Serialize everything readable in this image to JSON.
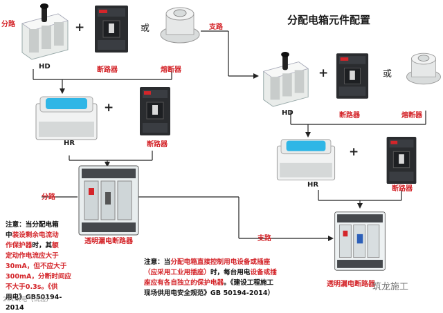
{
  "title": "分配电箱元件配置",
  "labels": {
    "fenlu_top": "分路",
    "zhilu_top": "支路",
    "hd_left": "HD",
    "hd_right": "HD",
    "breaker_left_top": "断路器",
    "fuse_left": "熔断器",
    "breaker_right_top": "断路器",
    "fuse_right": "熔断器",
    "hr_left": "HR",
    "hr_right": "HR",
    "breaker_left_mid": "断路器",
    "breaker_right_mid": "断路器",
    "fenlu_mid": "分路",
    "rcd_left": "透明漏电断路器",
    "zhilu_mid": "支路",
    "rcd_right": "透明漏电断路器",
    "or_left": "或",
    "or_right": "或",
    "plus": "+"
  },
  "note_left": {
    "lead": "注意：当分配电箱",
    "l2a": "中",
    "l2b": "装设剩余电流动",
    "l3a": "作保护器",
    "l3b": "时，其",
    "l3c": "额",
    "l4": "定动作电流应大于",
    "l5a": "30mA，但不应大于",
    "l6a": "300mA，分断时间应",
    "l7": "不大于0.3s。《供",
    "l8": "用电》GB50194-",
    "l9": "2014"
  },
  "note_bottom": {
    "a1": "注意：当",
    "a2": "分配电箱直接控制用电设备或插座",
    "b1": "（应采用工业用插座）",
    "b2": "时，每台用电",
    "b3": "设备或插",
    "c1": "座应有各自独立的保护电器",
    "c2": "。《建设工程施工",
    "d1": "现场供用电安全规范》GB 50194-2014）"
  },
  "watermark": "筑龙施工",
  "watermark2": "2014(电气试验)",
  "colors": {
    "accent_red": "#d4252a",
    "wire": "#222222",
    "breaker_body": "#2a2c2f",
    "hr_blue": "#2fb6e6"
  }
}
